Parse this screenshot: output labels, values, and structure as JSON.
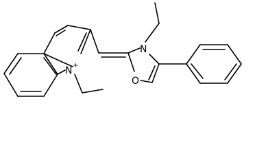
{
  "molecule": {
    "atoms": {
      "quinolinium_nitrogen": "N",
      "quinolinium_charge": "+",
      "oxazole_nitrogen": "N",
      "oxazole_oxygen": "O"
    }
  }
}
